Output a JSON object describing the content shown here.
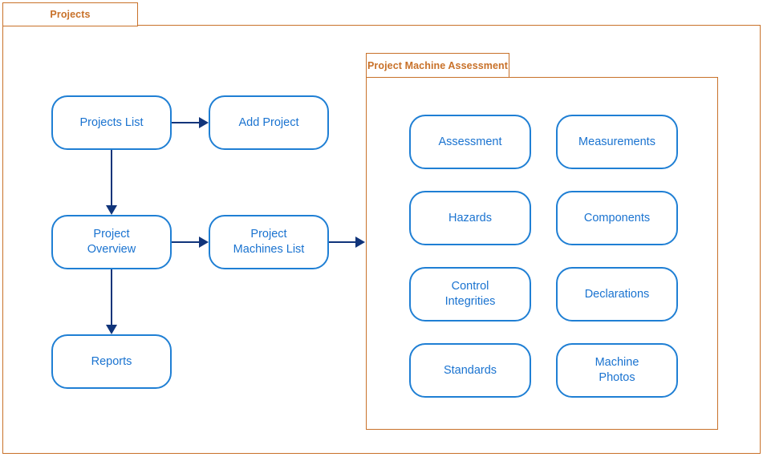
{
  "diagram": {
    "title": "Projects",
    "outer_frame": {
      "label": "Projects",
      "border_color": "#c87129"
    },
    "inner_frame": {
      "label": "Project Machine Assessment",
      "border_color": "#c87129"
    },
    "node_style": {
      "border_color": "#1f7fd4",
      "text_color": "#1a73d0",
      "fill": "#ffffff"
    },
    "connector_color": "#10347a"
  },
  "left_flow": {
    "nodes": [
      {
        "id": "projects-list",
        "label": "Projects List"
      },
      {
        "id": "add-project",
        "label": "Add Project"
      },
      {
        "id": "project-overview",
        "label": "Project\nOverview"
      },
      {
        "id": "project-machines-list",
        "label": "Project\nMachines List"
      },
      {
        "id": "reports",
        "label": "Reports"
      }
    ],
    "edges": [
      {
        "from": "projects-list",
        "to": "add-project",
        "direction": "right"
      },
      {
        "from": "projects-list",
        "to": "project-overview",
        "direction": "down"
      },
      {
        "from": "project-overview",
        "to": "project-machines-list",
        "direction": "right"
      },
      {
        "from": "project-overview",
        "to": "reports",
        "direction": "down"
      },
      {
        "from": "project-machines-list",
        "to": "project-machine-assessment",
        "direction": "right"
      }
    ]
  },
  "assessment_panel": {
    "label": "Project Machine Assessment",
    "nodes": [
      {
        "id": "assessment",
        "label": "Assessment"
      },
      {
        "id": "measurements",
        "label": "Measurements"
      },
      {
        "id": "hazards",
        "label": "Hazards"
      },
      {
        "id": "components",
        "label": "Components"
      },
      {
        "id": "control-integrities",
        "label": "Control\nIntegrities"
      },
      {
        "id": "declarations",
        "label": "Declarations"
      },
      {
        "id": "standards",
        "label": "Standards"
      },
      {
        "id": "machine-photos",
        "label": "Machine\nPhotos"
      }
    ]
  }
}
